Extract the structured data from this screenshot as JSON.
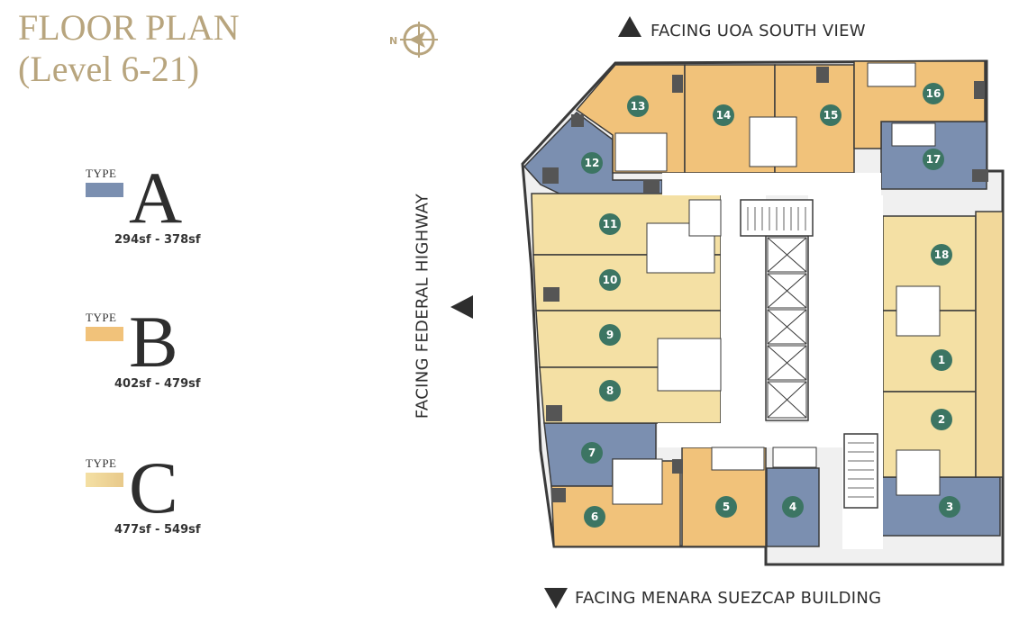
{
  "title": {
    "line1": "FLOOR PLAN",
    "line2": "(Level 6-21)"
  },
  "compass": {
    "label": "N",
    "icon": "compass-icon"
  },
  "legend": [
    {
      "type_label": "TYPE",
      "letter": "A",
      "size": "294sf - 378sf",
      "color": "#7b8fb0"
    },
    {
      "type_label": "TYPE",
      "letter": "B",
      "size": "402sf - 479sf",
      "color": "#f1c27a"
    },
    {
      "type_label": "TYPE",
      "letter": "C",
      "size": "477sf - 549sf",
      "color": "#f4e0a4"
    }
  ],
  "directions": {
    "top": "FACING UOA SOUTH VIEW",
    "left": "FACING FEDERAL HIGHWAY",
    "bottom": "FACING MENARA SUEZCAP BUILDING"
  },
  "units": [
    {
      "number": "1",
      "type": "C"
    },
    {
      "number": "2",
      "type": "C"
    },
    {
      "number": "3",
      "type": "A"
    },
    {
      "number": "4",
      "type": "A"
    },
    {
      "number": "5",
      "type": "B"
    },
    {
      "number": "6",
      "type": "B"
    },
    {
      "number": "7",
      "type": "A"
    },
    {
      "number": "8",
      "type": "C"
    },
    {
      "number": "9",
      "type": "C"
    },
    {
      "number": "10",
      "type": "C"
    },
    {
      "number": "11",
      "type": "C"
    },
    {
      "number": "12",
      "type": "A"
    },
    {
      "number": "13",
      "type": "B"
    },
    {
      "number": "14",
      "type": "B"
    },
    {
      "number": "15",
      "type": "B"
    },
    {
      "number": "16",
      "type": "B"
    },
    {
      "number": "17",
      "type": "A"
    },
    {
      "number": "18",
      "type": "C"
    }
  ],
  "colors": {
    "type_a": "#7b8fb0",
    "type_b": "#f1c27a",
    "type_c": "#f4e0a4",
    "unit_marker": "#3c7563",
    "title": "#b8a57e",
    "wall": "#3a3a3a"
  }
}
